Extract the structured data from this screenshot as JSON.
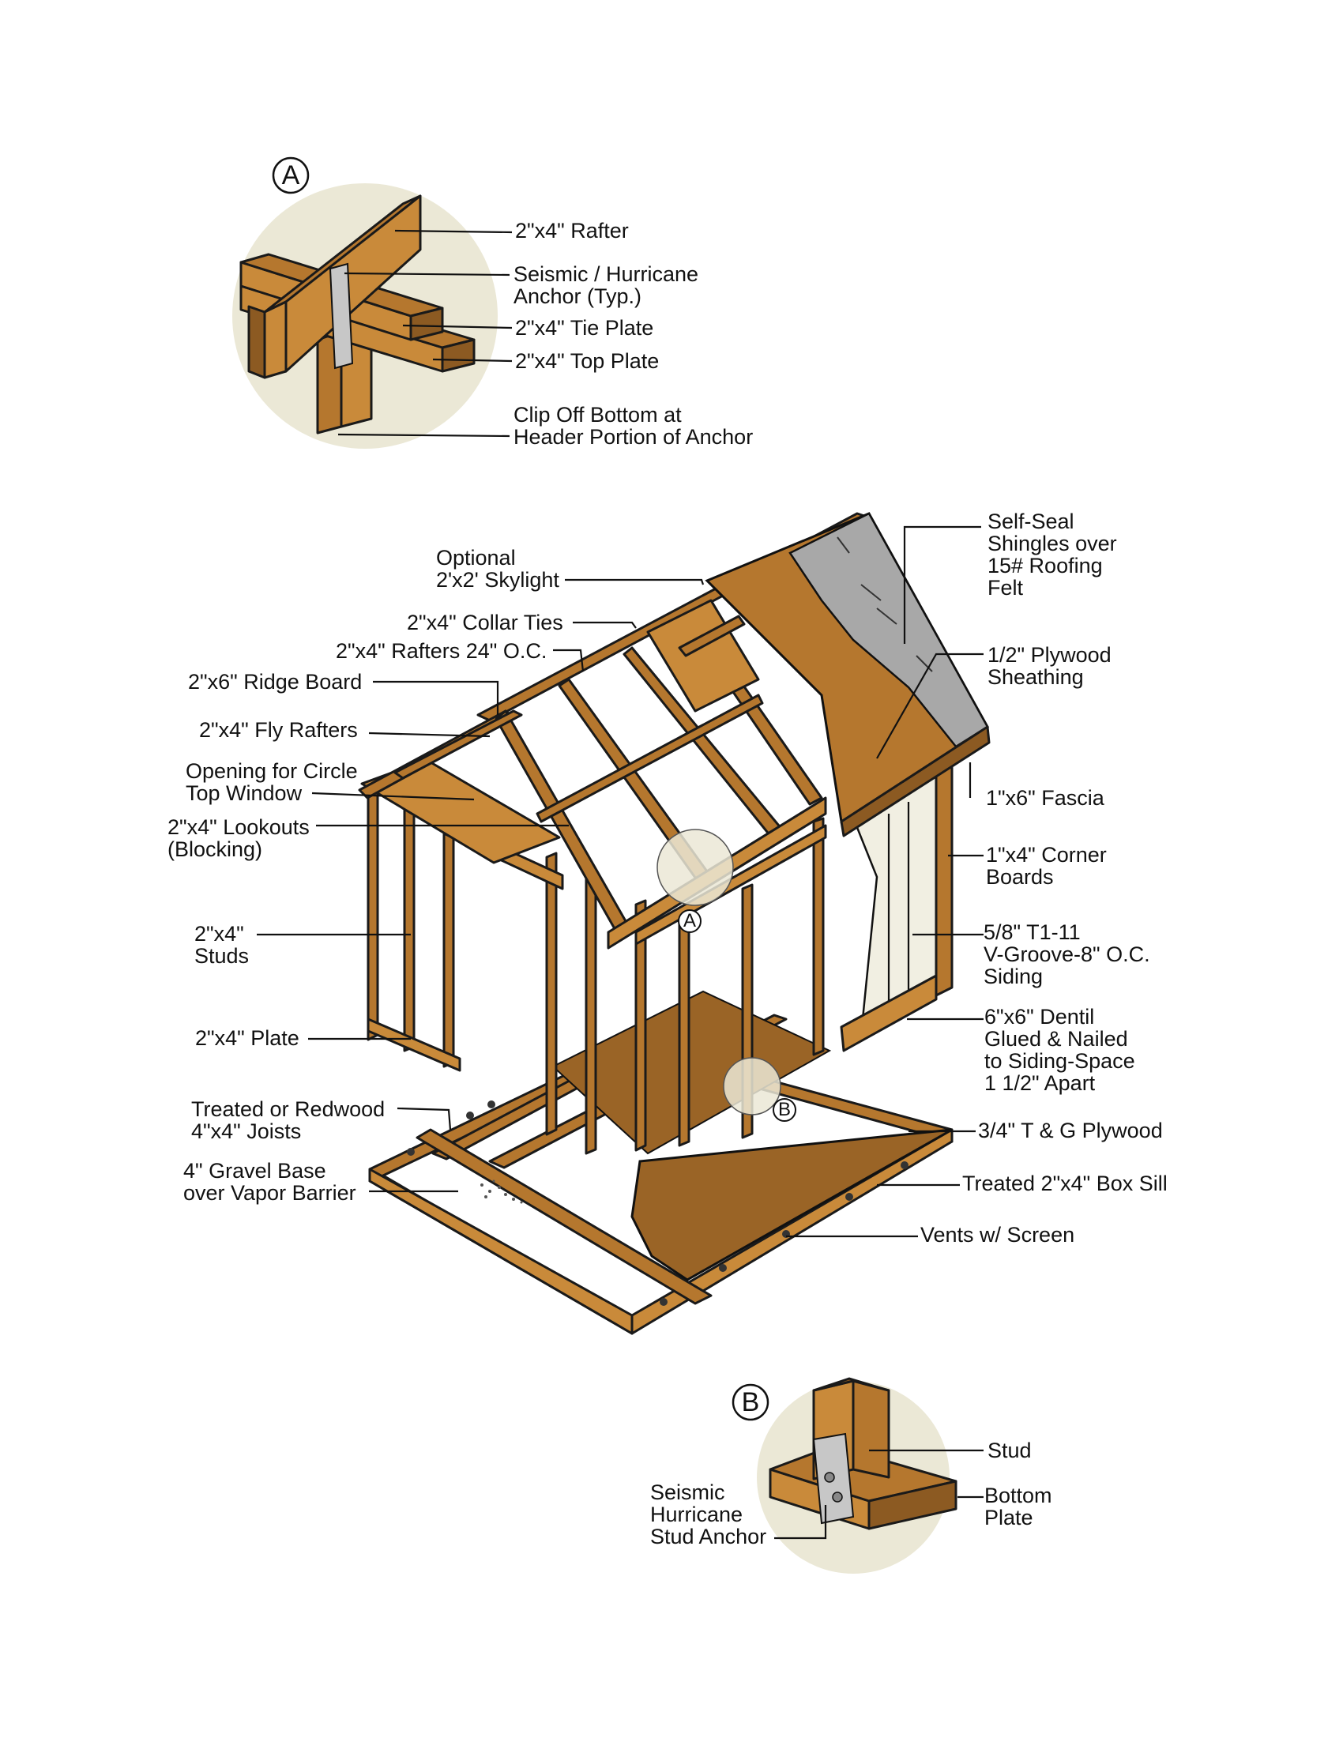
{
  "detail_a": {
    "badge": "A",
    "labels": {
      "rafter": "2\"x4\" Rafter",
      "anchor_1": "Seismic / Hurricane",
      "anchor_2": "Anchor (Typ.)",
      "tie_plate": "2\"x4\" Tie Plate",
      "top_plate": "2\"x4\" Top Plate",
      "clip_1": "Clip Off Bottom at",
      "clip_2": "Header Portion of Anchor"
    }
  },
  "main": {
    "labels": {
      "skylight_1": "Optional",
      "skylight_2": "2'x2' Skylight",
      "collar_ties": "2\"x4\" Collar Ties",
      "rafters": "2\"x4\" Rafters 24\" O.C.",
      "ridge_board": "2\"x6\" Ridge Board",
      "fly_rafters": "2\"x4\" Fly Rafters",
      "opening_1": "Opening for Circle",
      "opening_2": "Top Window",
      "lookouts_1": "2\"x4\" Lookouts",
      "lookouts_2": "(Blocking)",
      "studs_1": "2\"x4\"",
      "studs_2": "Studs",
      "plate": "2\"x4\" Plate",
      "joists_1": "Treated or Redwood",
      "joists_2": "4\"x4\" Joists",
      "gravel_1": "4\" Gravel Base",
      "gravel_2": "over Vapor Barrier",
      "shingles_1": "Self-Seal",
      "shingles_2": "Shingles over",
      "shingles_3": "15# Roofing",
      "shingles_4": "Felt",
      "sheathing_1": "1/2\" Plywood",
      "sheathing_2": "Sheathing",
      "fascia": "1\"x6\" Fascia",
      "corner_1": "1\"x4\" Corner",
      "corner_2": "Boards",
      "siding_1": "5/8\" T1-11",
      "siding_2": "V-Groove-8\" O.C.",
      "siding_3": "Siding",
      "dentil_1": "6\"x6\" Dentil",
      "dentil_2": "Glued & Nailed",
      "dentil_3": "to Siding-Space",
      "dentil_4": "1 1/2\" Apart",
      "floor": "3/4\" T & G Plywood",
      "box_sill": "Treated 2\"x4\" Box Sill",
      "vents": "Vents w/ Screen"
    },
    "callout_a": "A",
    "callout_b": "B"
  },
  "detail_b": {
    "badge": "B",
    "labels": {
      "stud": "Stud",
      "bottom_1": "Bottom",
      "bottom_2": "Plate",
      "anchor_1": "Seismic",
      "anchor_2": "Hurricane",
      "anchor_3": "Stud Anchor"
    }
  },
  "colors": {
    "wood": "#b5772e",
    "wood_dark": "#8c5a22",
    "floor": "#9a6426",
    "roof_shingle": "#a8a8a8",
    "detail_circle": "#ebe8d6",
    "siding": "#f1efe2"
  }
}
